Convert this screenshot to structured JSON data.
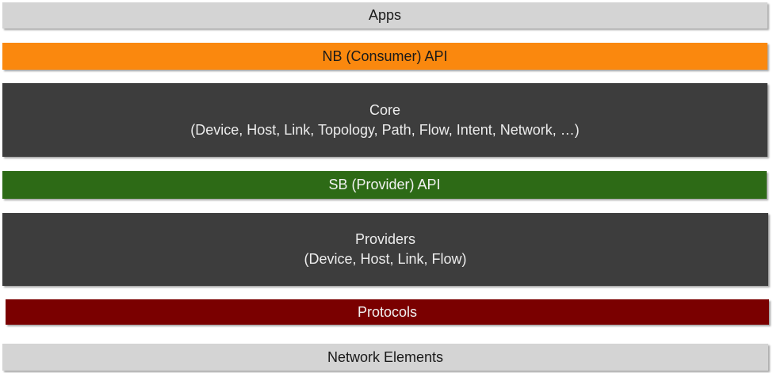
{
  "layers": {
    "apps": {
      "label": "Apps"
    },
    "nb_api": {
      "label": "NB (Consumer) API"
    },
    "core": {
      "label": "Core",
      "detail": "(Device, Host, Link, Topology, Path, Flow, Intent, Network, …)"
    },
    "sb_api": {
      "label": "SB (Provider) API"
    },
    "providers": {
      "label": "Providers",
      "detail": "(Device, Host, Link, Flow)"
    },
    "protocols": {
      "label": "Protocols"
    },
    "network_elements": {
      "label": "Network Elements"
    }
  },
  "colors": {
    "apps": "#d4d4d4",
    "nb_api": "#fa880e",
    "core": "#3d3d3d",
    "sb_api": "#2d6a16",
    "providers": "#3d3d3d",
    "protocols": "#7a0000",
    "network_elements": "#d4d4d4"
  }
}
